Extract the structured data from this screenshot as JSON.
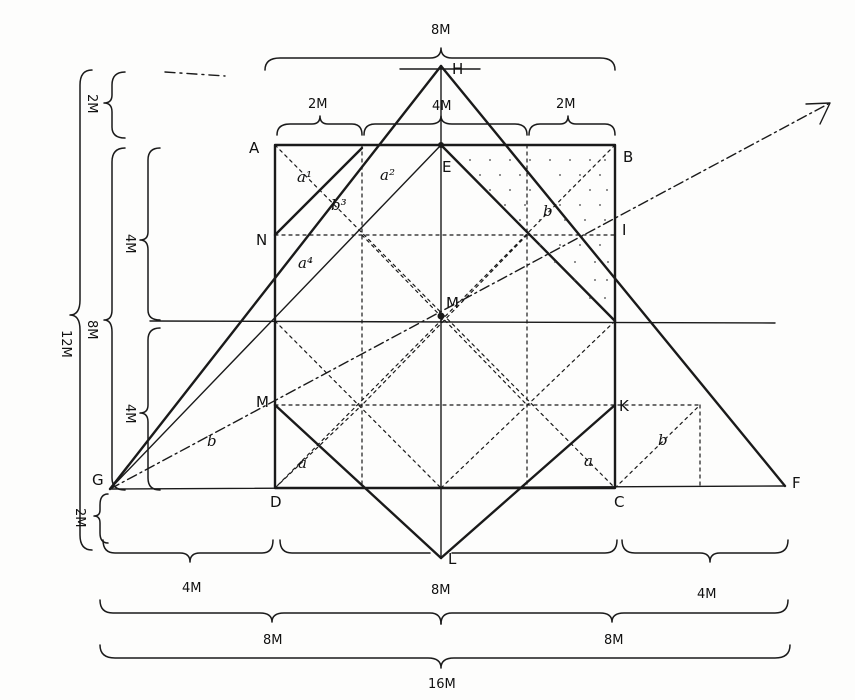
{
  "points": {
    "A": "A",
    "B": "B",
    "C": "C",
    "D": "D",
    "E": "E",
    "F": "F",
    "G": "G",
    "H": "H",
    "I": "I",
    "K": "K",
    "L": "L",
    "M_center": "M",
    "M_left": "M",
    "N": "N"
  },
  "region_labels": {
    "a1": "a¹",
    "a2": "a²",
    "b3": "b³",
    "a4": "a⁴",
    "b_upper": "b",
    "b_left": "b",
    "a_left": "a",
    "a_right": "a",
    "b_right": "b"
  },
  "dimensions": {
    "top_total": "8M",
    "top_left": "2M",
    "top_mid": "4M",
    "top_right": "2M",
    "left_total": "12M",
    "left_top": "2M",
    "left_mid": "8M",
    "left_mid_upper": "4M",
    "left_mid_lower": "4M",
    "left_bottom": "2M",
    "bottom_left": "4M",
    "bottom_center": "8M",
    "bottom_right": "4M",
    "bottom_half_left": "8M",
    "bottom_half_right": "8M",
    "bottom_total": "16M"
  }
}
